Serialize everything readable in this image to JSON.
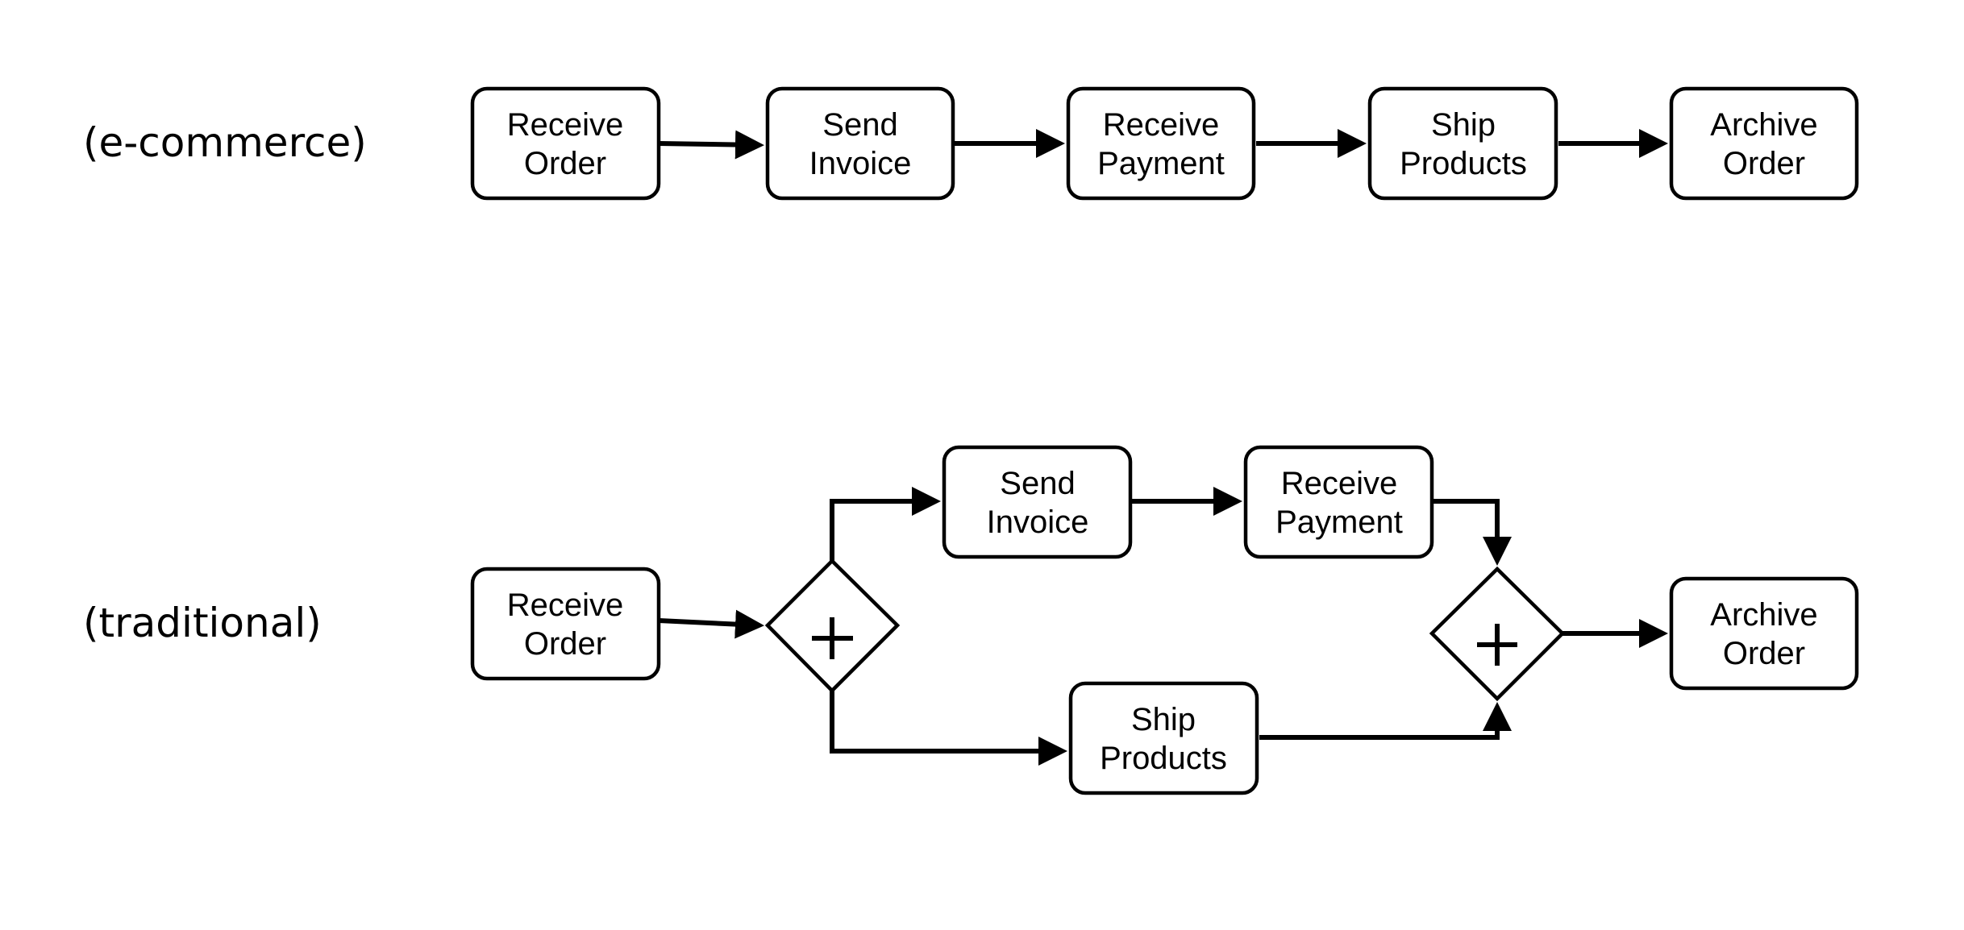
{
  "rows": {
    "ecommerce_label": "(e-commerce)",
    "traditional_label": "(traditional)"
  },
  "ecommerce": {
    "receive_order": [
      "Receive",
      "Order"
    ],
    "send_invoice": [
      "Send",
      "Invoice"
    ],
    "receive_payment": [
      "Receive",
      "Payment"
    ],
    "ship_products": [
      "Ship",
      "Products"
    ],
    "archive_order": [
      "Archive",
      "Order"
    ]
  },
  "traditional": {
    "receive_order": [
      "Receive",
      "Order"
    ],
    "send_invoice": [
      "Send",
      "Invoice"
    ],
    "receive_payment": [
      "Receive",
      "Payment"
    ],
    "ship_products": [
      "Ship",
      "Products"
    ],
    "archive_order": [
      "Archive",
      "Order"
    ],
    "split_gateway": "+",
    "join_gateway": "+"
  },
  "colors": {
    "stroke": "#000000",
    "background": "#ffffff"
  }
}
